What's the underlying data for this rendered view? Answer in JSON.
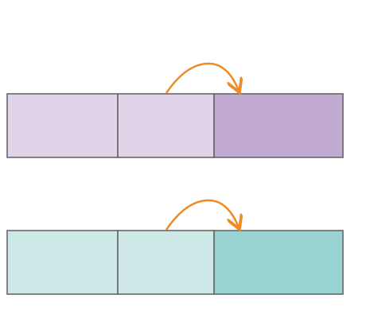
{
  "diagram": {
    "rows": [
      {
        "name": "purple-row",
        "cells": [
          {
            "fill": "#e0d5e8"
          },
          {
            "fill": "#e0d5e8"
          },
          {
            "fill": "#c1abd2"
          }
        ],
        "arrow": {
          "from_cell": 1,
          "to_cell": 2
        }
      },
      {
        "name": "teal-row",
        "cells": [
          {
            "fill": "#cde8e6"
          },
          {
            "fill": "#cde8e6"
          },
          {
            "fill": "#9ad4d2"
          }
        ],
        "arrow": {
          "from_cell": 1,
          "to_cell": 2
        }
      }
    ],
    "colors": {
      "border": "#5f5f5f",
      "arrow": "#f08a24",
      "background": "#ffffff"
    }
  }
}
